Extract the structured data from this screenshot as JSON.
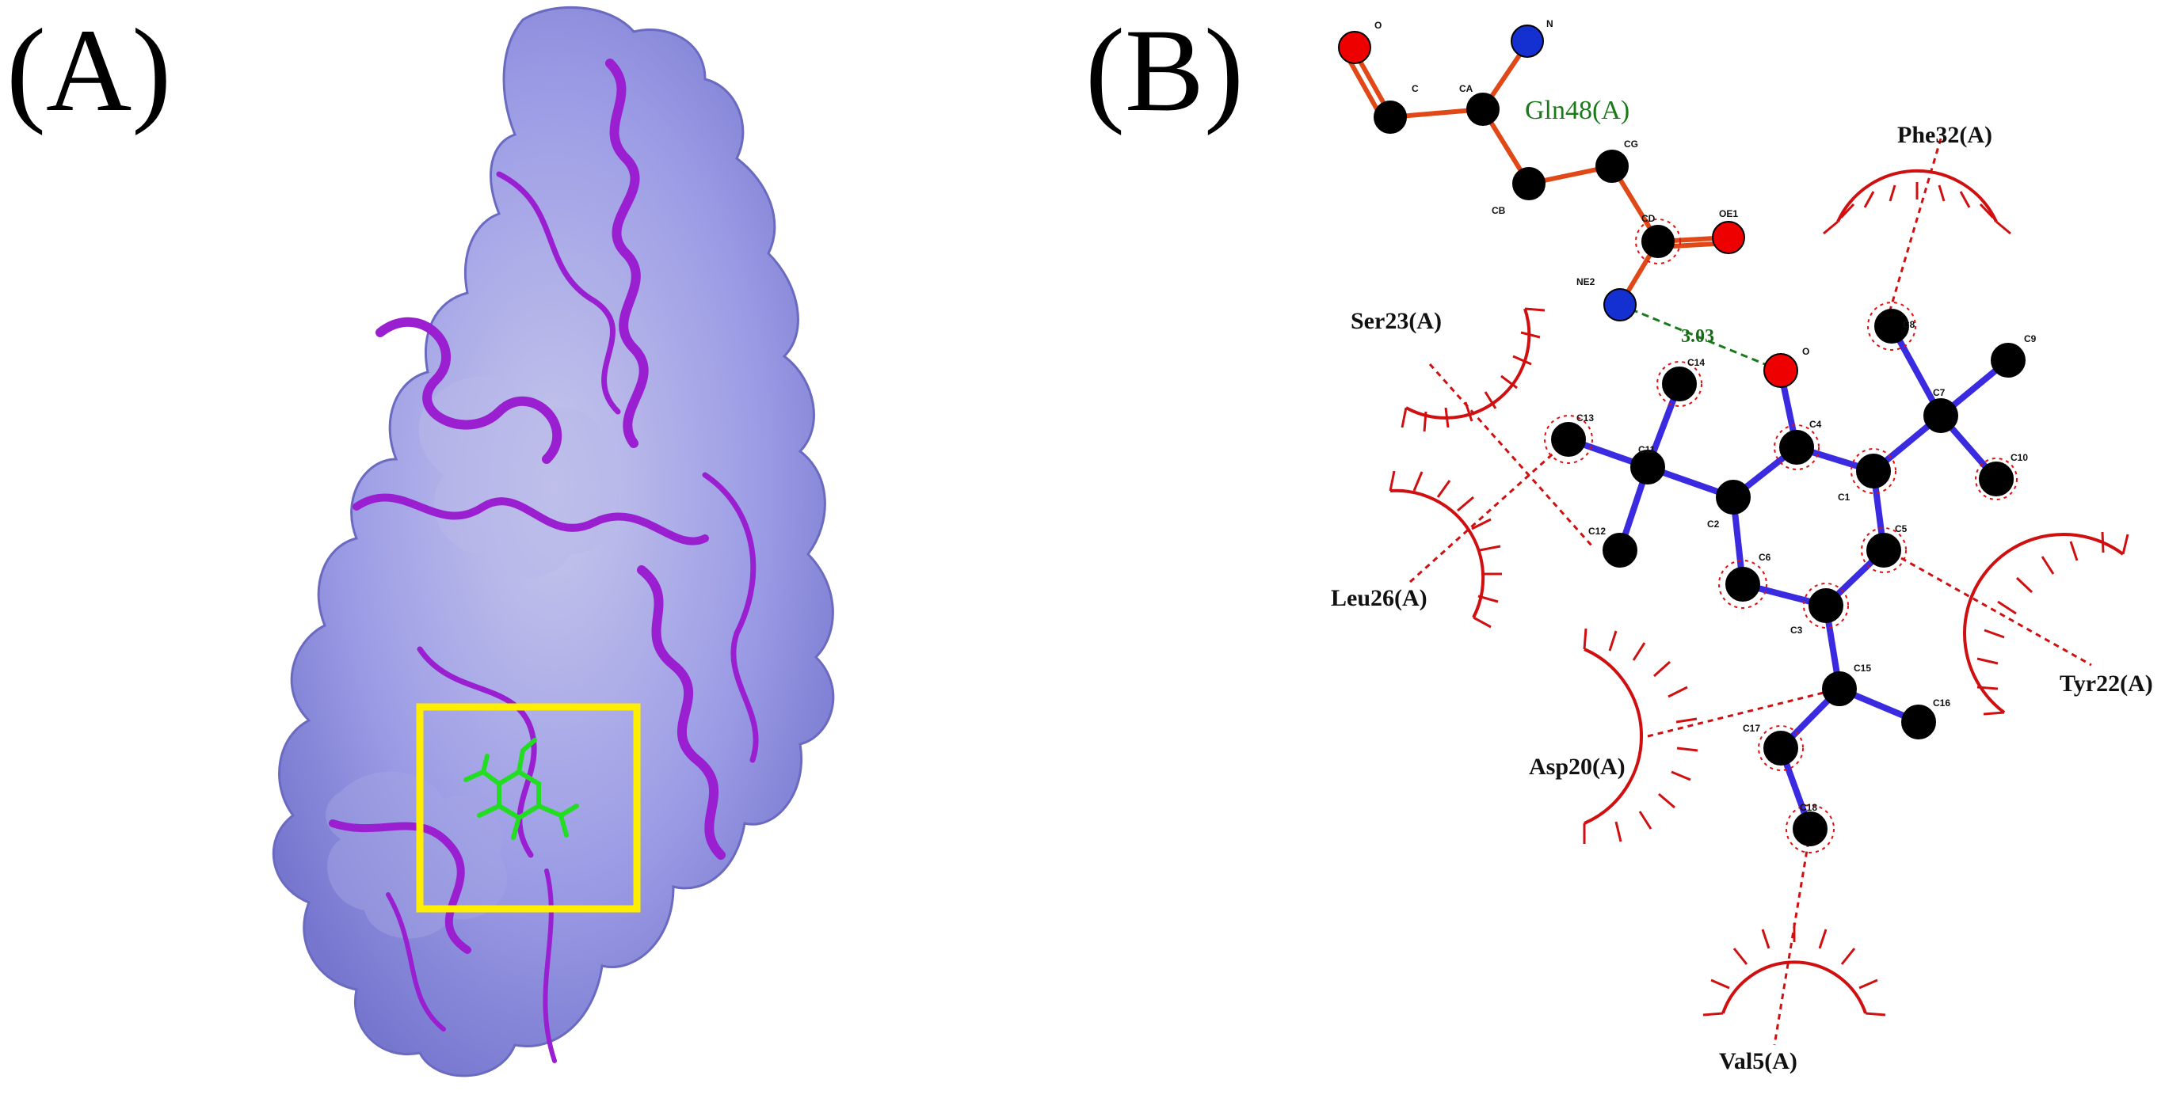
{
  "panels": {
    "a_label": "(A)",
    "b_label": "(B)"
  },
  "colors": {
    "surface": "#8f8fe0",
    "ribbon": "#9a1fd0",
    "ligand": "#22dd22",
    "highlight_box": "#ffee00",
    "ligand_bond": "#3a2be0",
    "residue_bond": "#e04818",
    "hbond": "#1a7a1a",
    "hydrophobic": "#d01010",
    "oxygen": "#ee0000",
    "nitrogen": "#1530d0",
    "carbon": "#000000"
  },
  "hbond_residue": {
    "name": "Gln48(A)",
    "distance": "3.03",
    "atoms": [
      "O",
      "C",
      "CA",
      "N",
      "CB",
      "CG",
      "CD",
      "OE1",
      "NE2"
    ]
  },
  "ligand_atoms": [
    "O",
    "C4",
    "C8",
    "C7",
    "C9",
    "C10",
    "C1",
    "C5",
    "C14",
    "C13",
    "C11",
    "C2",
    "C6",
    "C3",
    "C12",
    "C15",
    "C16",
    "C17",
    "C18"
  ],
  "hydrophobic_residues": [
    "Phe32(A)",
    "Ser23(A)",
    "Leu26(A)",
    "Tyr22(A)",
    "Asp20(A)",
    "Val5(A)"
  ]
}
